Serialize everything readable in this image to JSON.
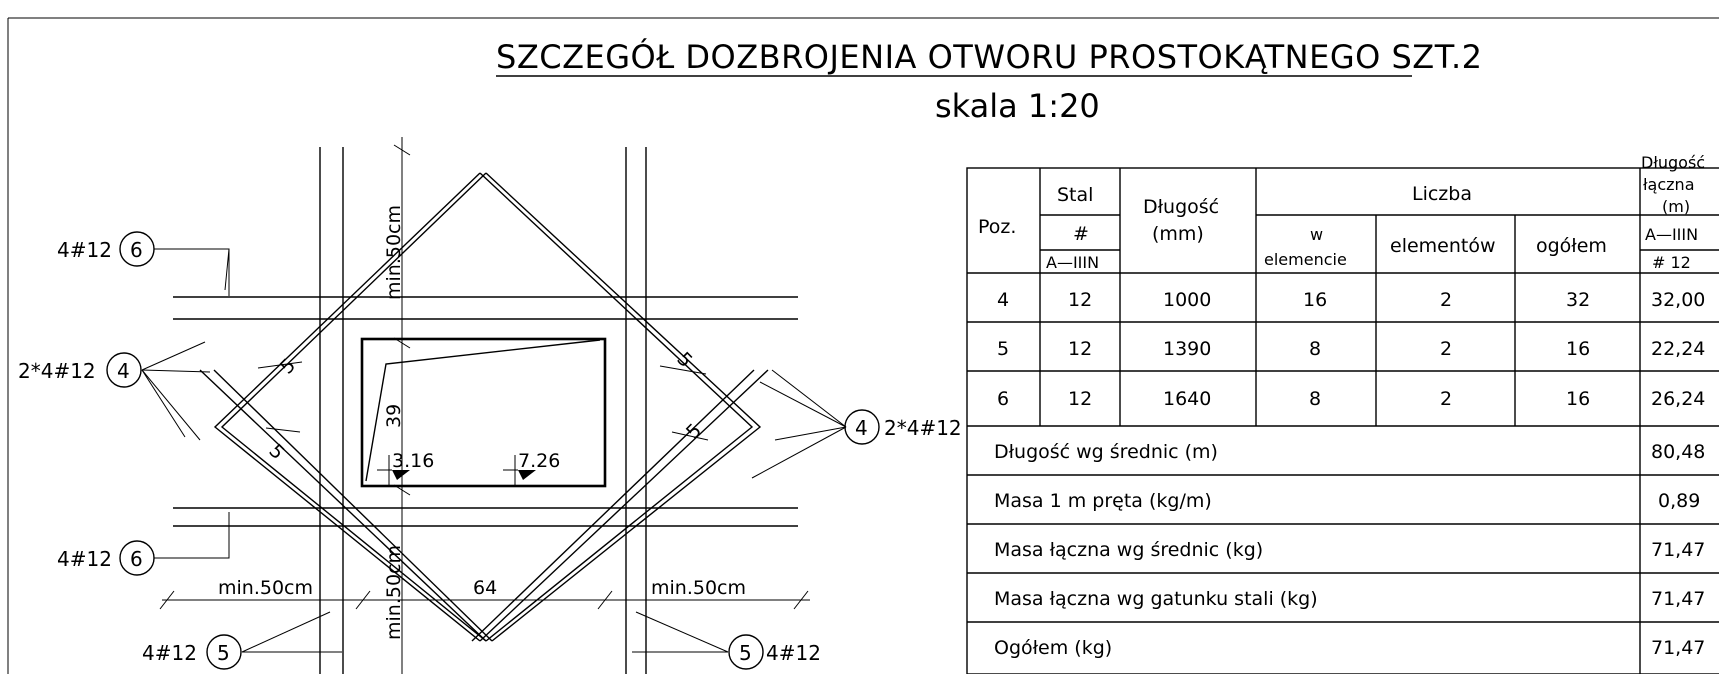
{
  "title": "SZCZEGÓŁ DOZBROJENIA OTWORU PROSTOKĄTNEGO SZT.2",
  "scale": "skala 1:20",
  "drawing": {
    "callouts": {
      "top_left": {
        "num": "6",
        "label": "4#12"
      },
      "mid_left": {
        "num": "4",
        "label": "2*4#12"
      },
      "mid_right": {
        "num": "4",
        "label": "2*4#12"
      },
      "bottom_left": {
        "num": "6",
        "label": "4#12"
      },
      "bot_left5": {
        "num": "5",
        "label": "4#12"
      },
      "bot_right5": {
        "num": "5",
        "label": "4#12"
      }
    },
    "dims": {
      "min_top": "min.50cm",
      "min_bottom": "min.50cm",
      "min_left": "min.50cm",
      "min_right": "min.50cm",
      "opening_width": "64",
      "opening_height": "39",
      "diag": "5"
    },
    "levels": {
      "left": "3.16",
      "right": "7.26"
    }
  },
  "table": {
    "headers": {
      "poz": "Poz.",
      "stal": "Stal",
      "hash": "#",
      "grade": "A—IIIN",
      "dlugosc": "Długość",
      "mm": "(mm)",
      "liczba": "Liczba",
      "w": "w",
      "elemencie": "elemencie",
      "elementow": "elementów",
      "ogolem": "ogółem",
      "dl_laczna_1": "Długość",
      "dl_laczna_2": "łączna",
      "dl_laczna_3": "(m)",
      "dl_grade": "A—IIIN",
      "dl_diam": "# 12"
    },
    "rows": [
      {
        "poz": "4",
        "stal": "12",
        "dl": "1000",
        "w": "16",
        "el": "2",
        "og": "32",
        "tot": "32,00"
      },
      {
        "poz": "5",
        "stal": "12",
        "dl": "1390",
        "w": "8",
        "el": "2",
        "og": "16",
        "tot": "22,24"
      },
      {
        "poz": "6",
        "stal": "12",
        "dl": "1640",
        "w": "8",
        "el": "2",
        "og": "16",
        "tot": "26,24"
      }
    ],
    "summary": [
      {
        "label": "Długość wg średnic (m)",
        "value": "80,48"
      },
      {
        "label": "Masa 1 m pręta (kg/m)",
        "value": "0,89"
      },
      {
        "label": "Masa łączna wg średnic (kg)",
        "value": "71,47"
      },
      {
        "label": "Masa łączna wg gatunku stali (kg)",
        "value": "71,47"
      },
      {
        "label": "Ogółem (kg)",
        "value": "71,47"
      }
    ]
  }
}
